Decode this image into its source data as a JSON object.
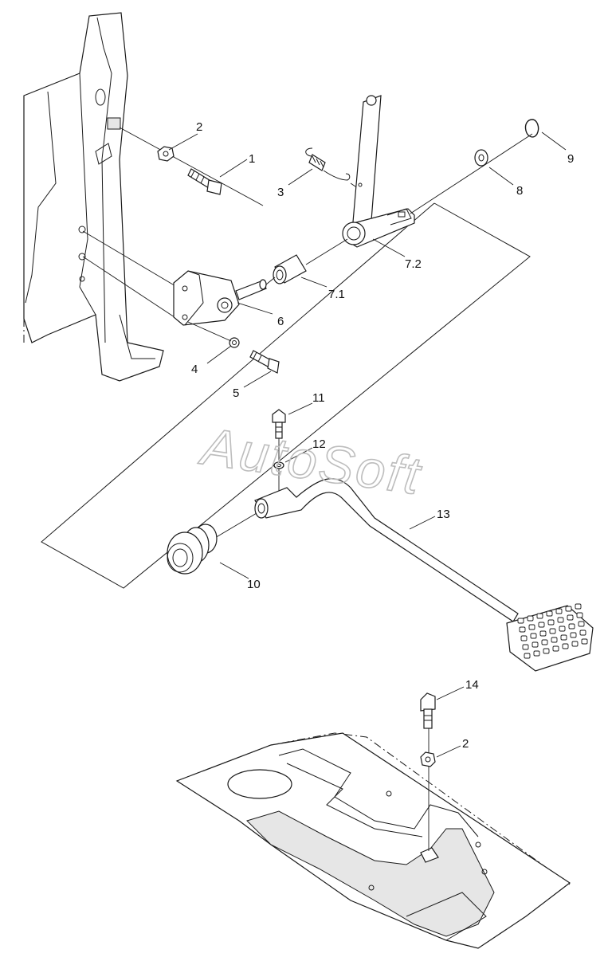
{
  "watermark": "AutoSoft",
  "callouts": {
    "c1": "1",
    "c2a": "2",
    "c3": "3",
    "c4": "4",
    "c5": "5",
    "c6": "6",
    "c71": "7.1",
    "c72": "7.2",
    "c8": "8",
    "c9": "9",
    "c10": "10",
    "c11": "11",
    "c12": "12",
    "c13": "13",
    "c14": "14",
    "c2b": "2"
  }
}
